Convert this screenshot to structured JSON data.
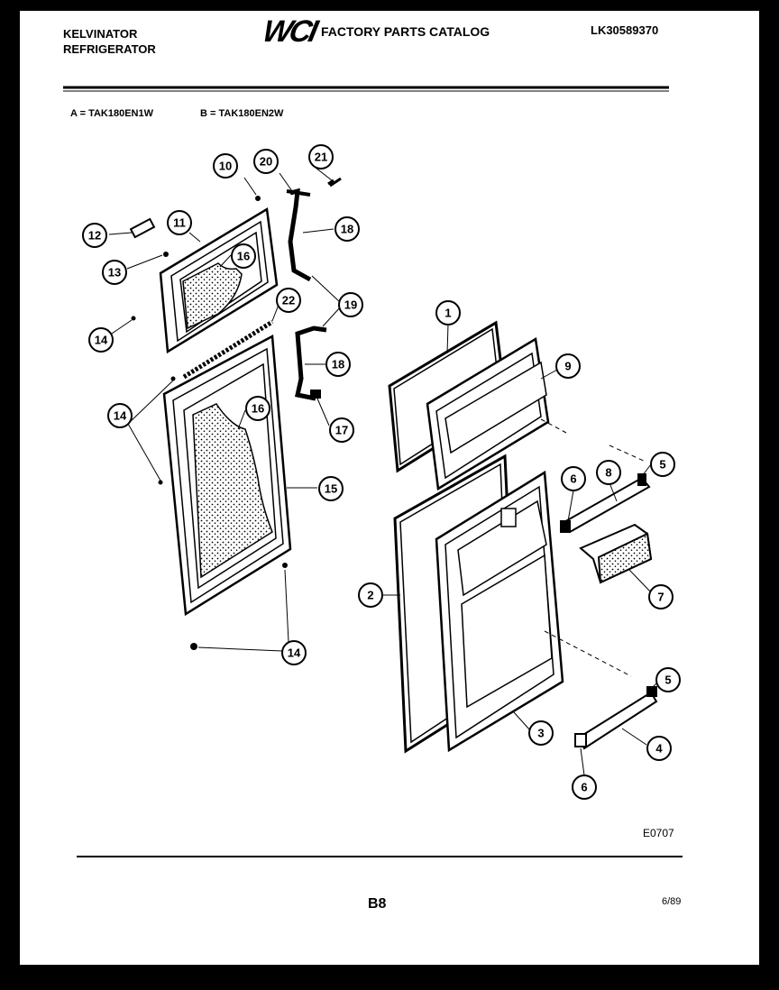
{
  "header": {
    "brand_line1": "KELVINATOR",
    "brand_line2": "REFRIGERATOR",
    "logo_text": "WCI",
    "catalog_title": "FACTORY PARTS CATALOG",
    "catalog_number": "LK30589370"
  },
  "models": {
    "a": "A = TAK180EN1W",
    "b": "B = TAK180EN2W"
  },
  "figure_code": "E0707",
  "footer": {
    "page": "B8",
    "date": "6/89"
  },
  "callouts": [
    {
      "label": "1"
    },
    {
      "label": "2"
    },
    {
      "label": "3"
    },
    {
      "label": "4"
    },
    {
      "label": "5"
    },
    {
      "label": "5"
    },
    {
      "label": "6"
    },
    {
      "label": "6"
    },
    {
      "label": "7"
    },
    {
      "label": "8"
    },
    {
      "label": "9"
    },
    {
      "label": "10"
    },
    {
      "label": "11"
    },
    {
      "label": "12"
    },
    {
      "label": "13"
    },
    {
      "label": "14"
    },
    {
      "label": "14"
    },
    {
      "label": "14"
    },
    {
      "label": "15"
    },
    {
      "label": "16"
    },
    {
      "label": "16"
    },
    {
      "label": "17"
    },
    {
      "label": "18"
    },
    {
      "label": "18"
    },
    {
      "label": "19"
    },
    {
      "label": "20"
    },
    {
      "label": "21"
    },
    {
      "label": "22"
    }
  ]
}
